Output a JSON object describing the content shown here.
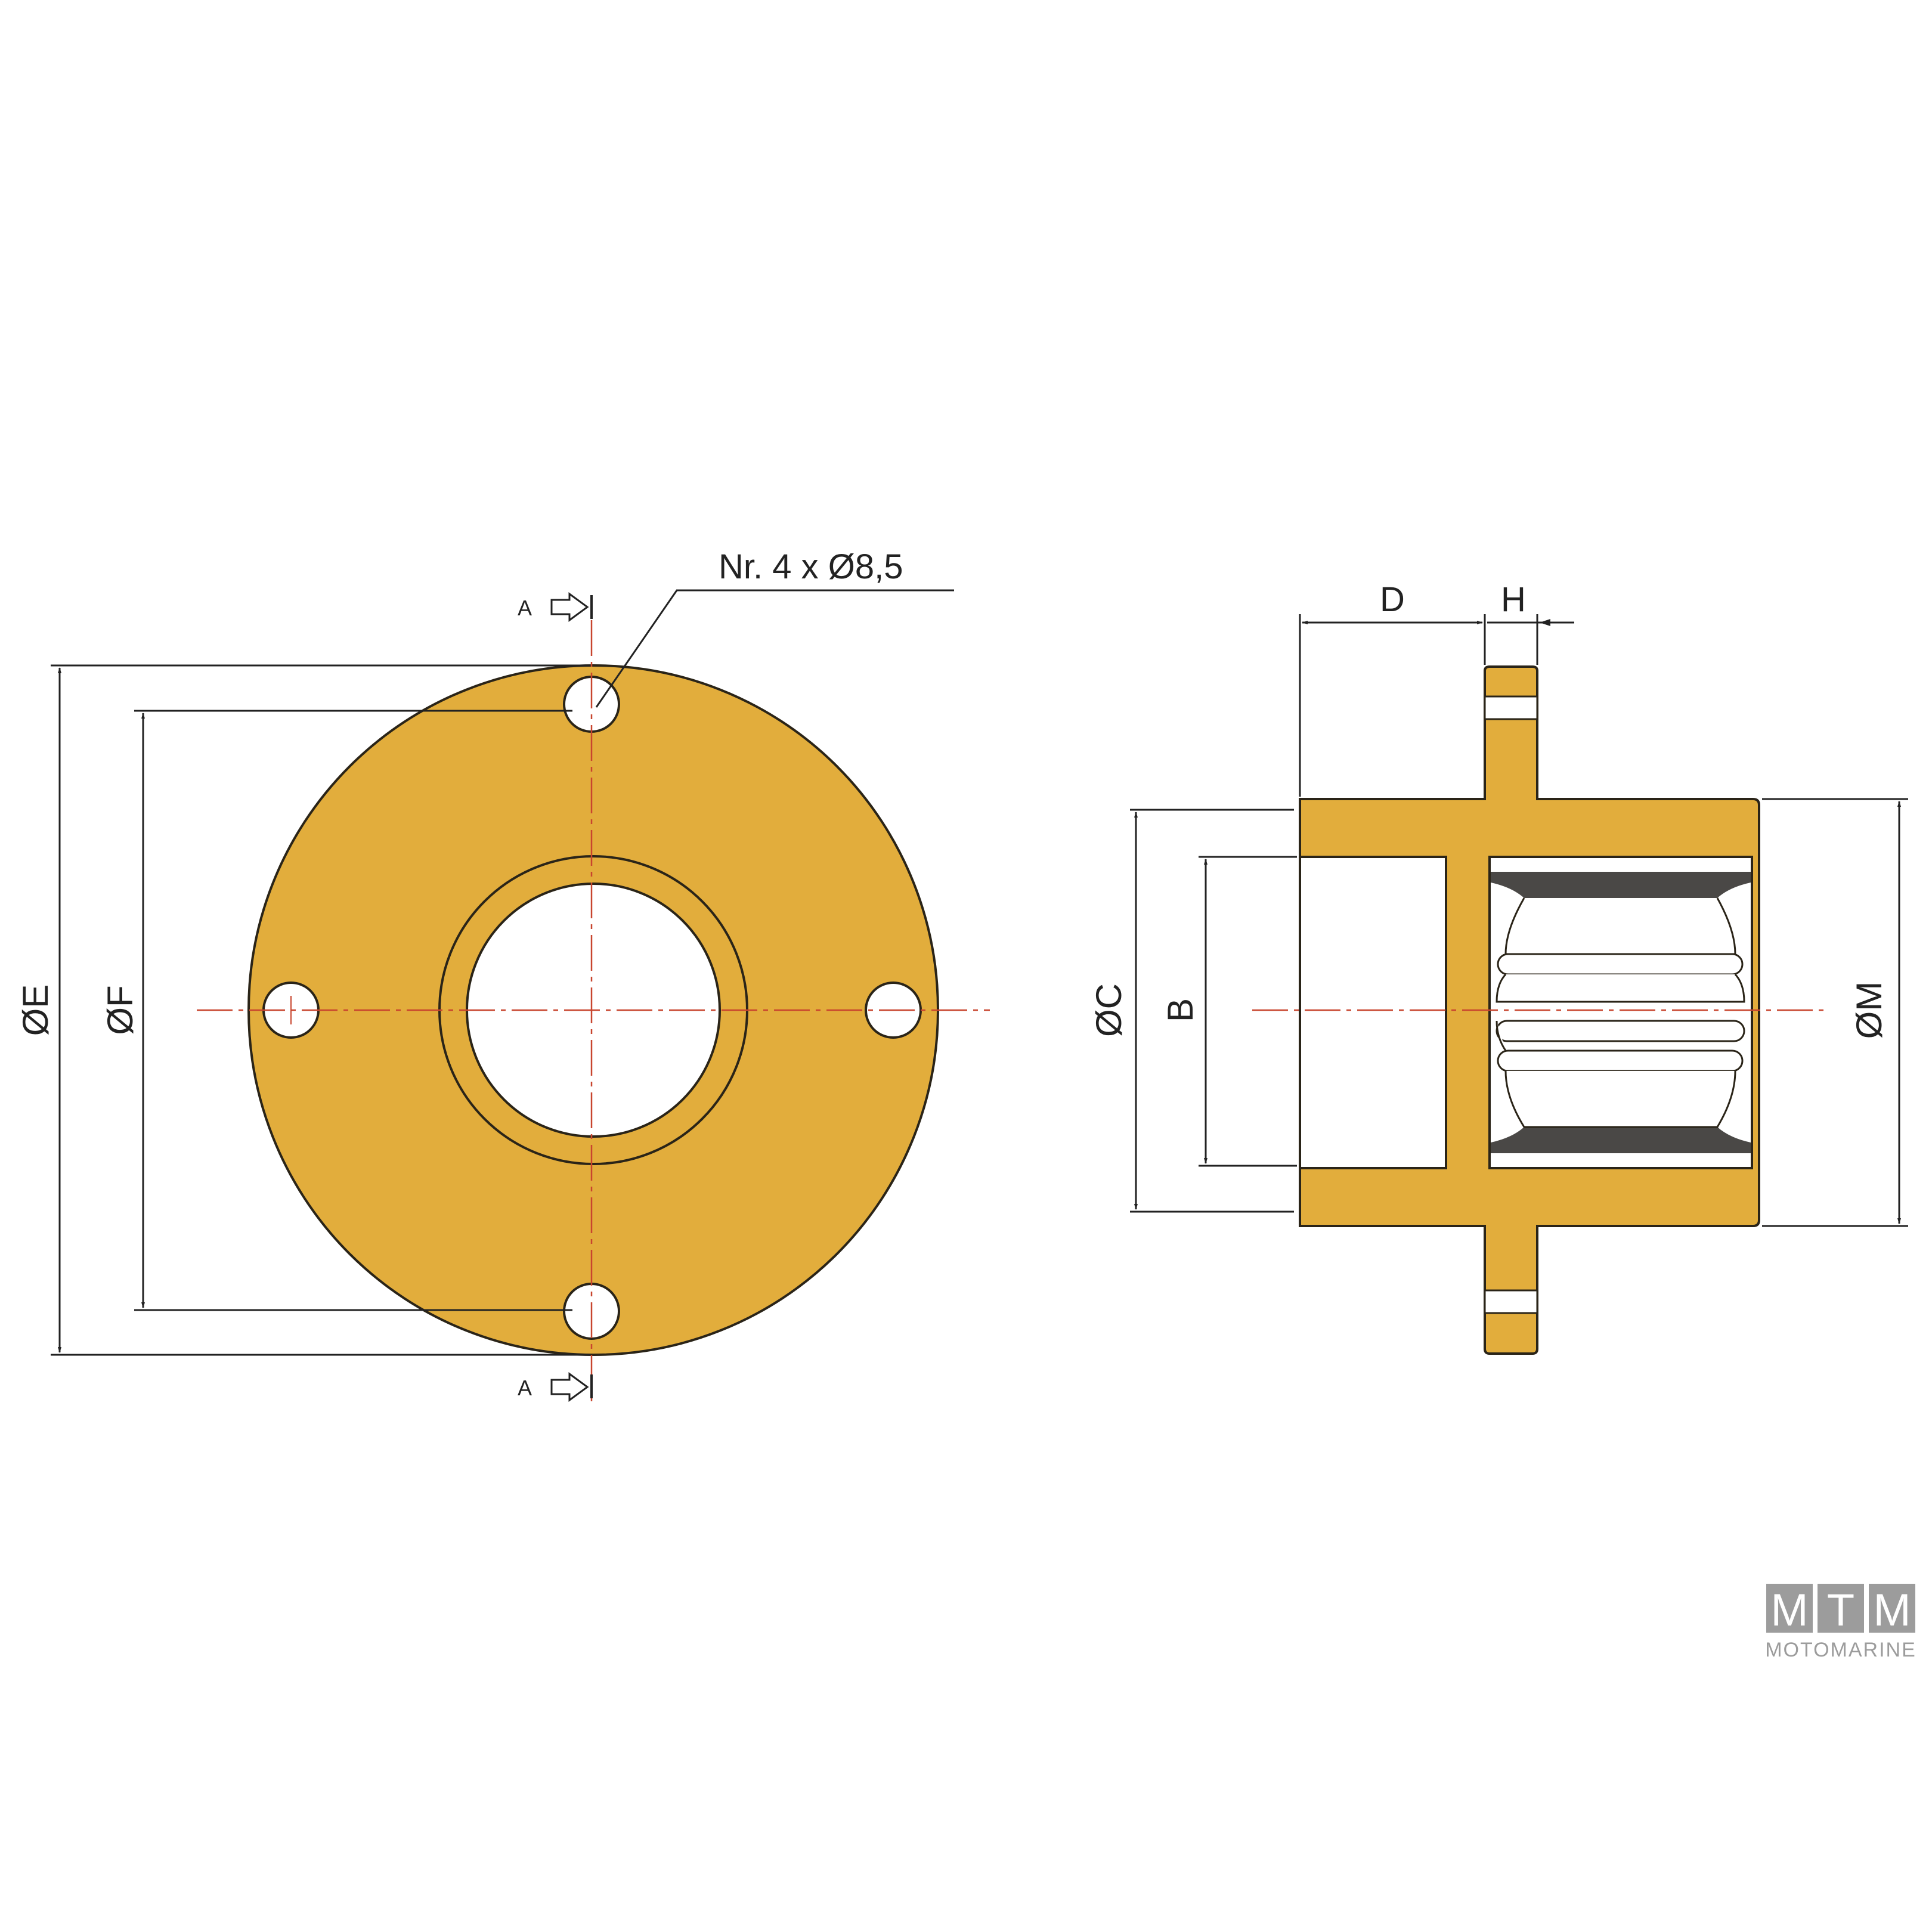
{
  "colors": {
    "part_fill": "#e2ad3c",
    "outline": "#2a2418",
    "center_line": "#c8452e",
    "dimension_line": "#222222",
    "rubber": "#4a4846",
    "logo": "#9c9c9c",
    "background": "#ffffff"
  },
  "front_view": {
    "hole_callout": "Nr. 4 x Ø8,5",
    "dim_outer": "ØE",
    "dim_bolt_circle": "ØF",
    "section_mark_top": "A",
    "section_mark_bottom": "A"
  },
  "side_view": {
    "dim_length": "D",
    "dim_flange": "H",
    "dim_housing": "ØC",
    "dim_bore": "B",
    "dim_bearing": "ØM"
  },
  "logo": {
    "letters": [
      "M",
      "T",
      "M"
    ],
    "tagline": "MOTOMARINE"
  }
}
